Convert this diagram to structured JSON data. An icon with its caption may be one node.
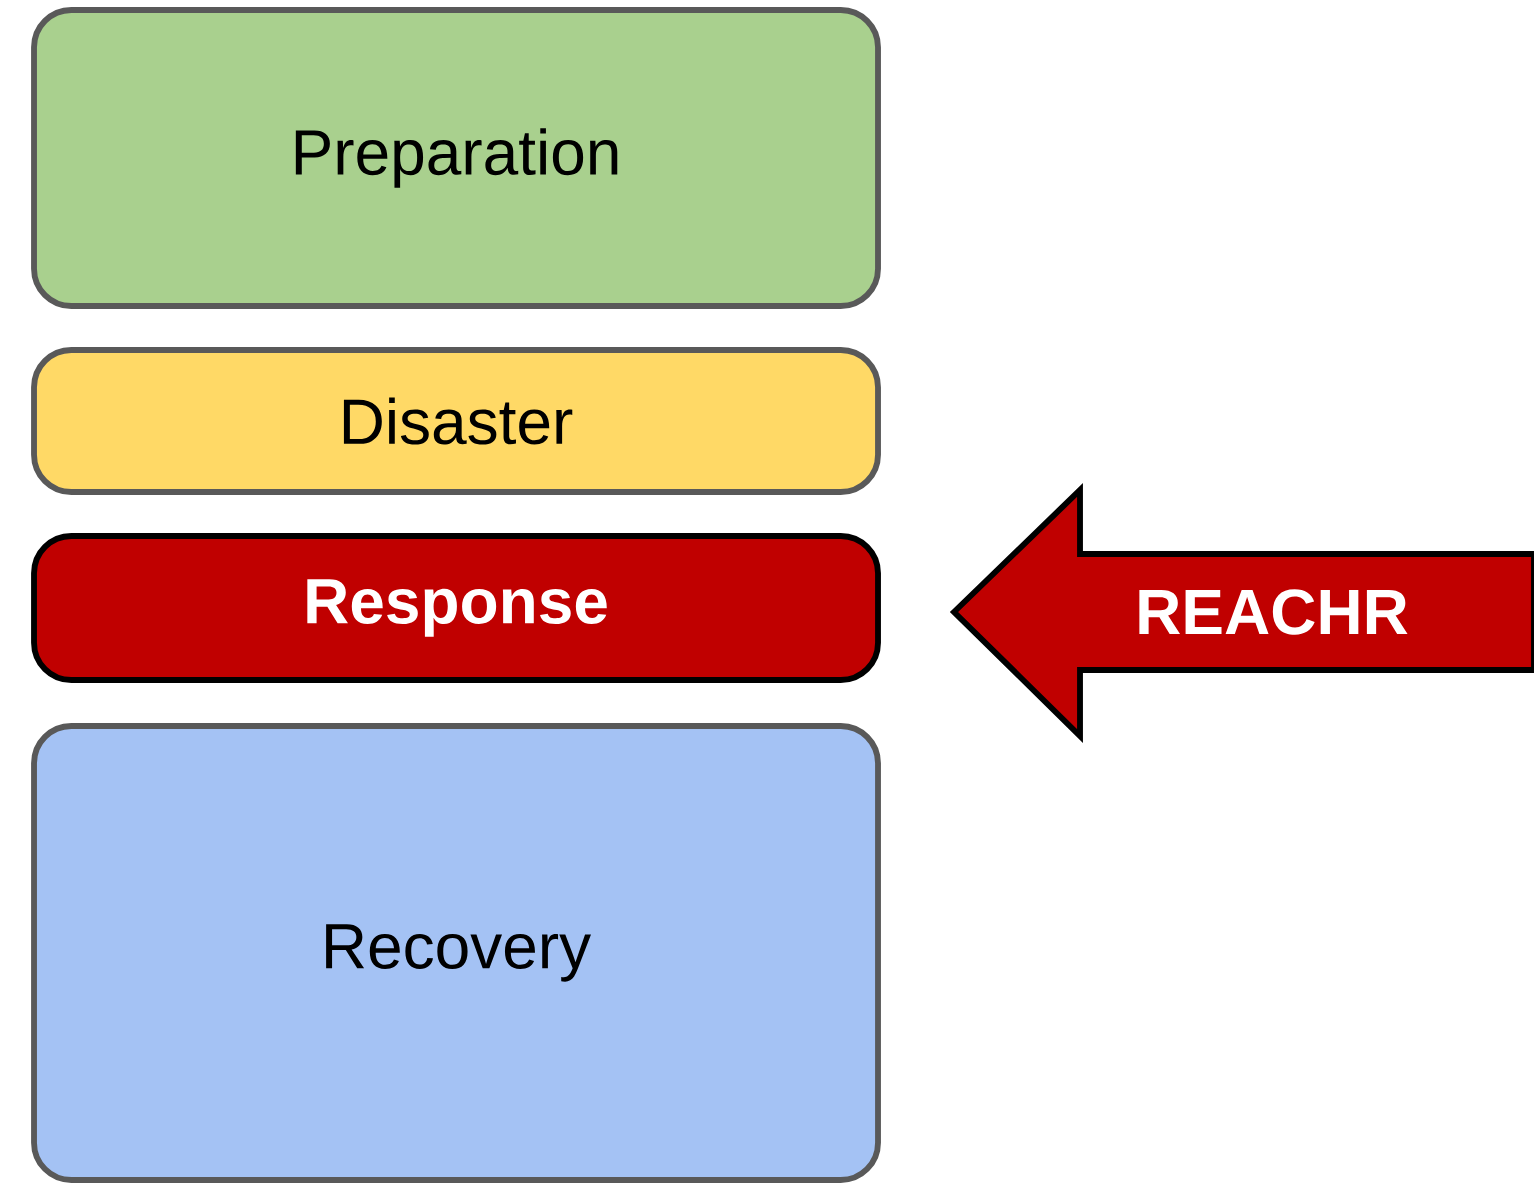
{
  "diagram": {
    "nodes": [
      {
        "text": [
          "Preparation"
        ]
      },
      {
        "text": [
          "Disaster"
        ]
      },
      {
        "text": [
          "Response"
        ]
      },
      {
        "text": [
          "Recovery"
        ]
      },
      {
        "text": [
          "REACHR"
        ]
      }
    ]
  }
}
